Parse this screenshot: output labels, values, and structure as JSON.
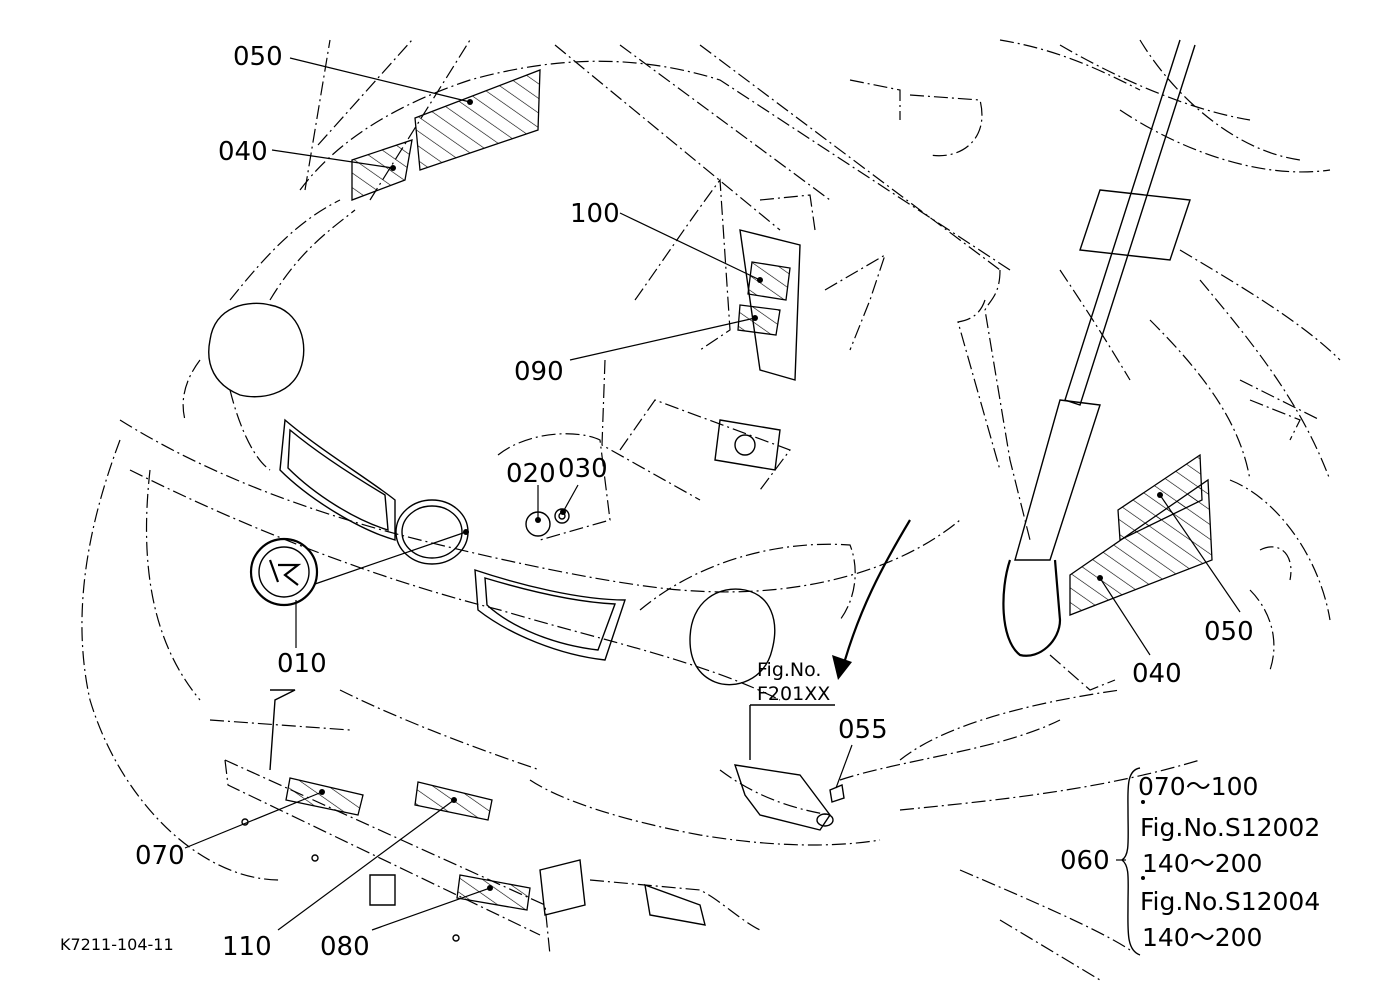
{
  "drawing_code": "K7211-104-11",
  "callouts": {
    "c010": "010",
    "c020": "020",
    "c030": "030",
    "c040_left": "040",
    "c050_left": "050",
    "c040_right": "040",
    "c050_right": "050",
    "c055": "055",
    "c060": "060",
    "c070": "070",
    "c080": "080",
    "c090": "090",
    "c100": "100",
    "c110": "110"
  },
  "figure_reference": {
    "line1": "Fig.No.",
    "line2": "F201XX"
  },
  "bom_group": {
    "item1": "070～100",
    "item2": "Fig.No.S12002",
    "item3": "140～200",
    "item4": "Fig.No.S12004",
    "item5": "140～200"
  }
}
